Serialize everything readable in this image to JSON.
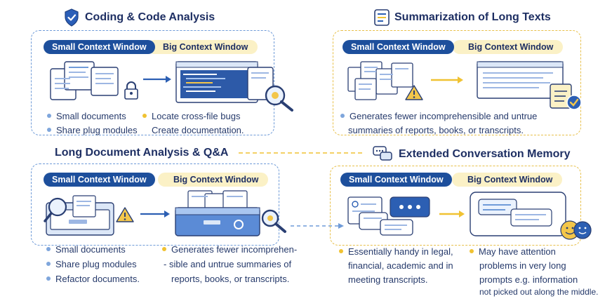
{
  "panels": {
    "coding": {
      "title": "Coding & Code Analysis",
      "small_label": "Small Context Window",
      "big_label": "Big Context Window",
      "left_items": [
        "Small documents",
        "Share plug modules"
      ],
      "right_items": [
        "Locate cross-file bugs",
        "Create documentation."
      ]
    },
    "summarization": {
      "title": "Summarization of Long Texts",
      "small_label": "Small Context Window",
      "big_label": "Big Context Window",
      "text_lines": [
        "Generates fewer incomprehensible and untrue",
        "summaries of reports, books, or transcripts."
      ]
    },
    "long_doc": {
      "title": "Long Document Analysis & Q&A",
      "small_label": "Small Context Window",
      "big_label": "Big Context Window",
      "left_items": [
        "Small documents",
        "Share plug modules",
        "Refactor documents."
      ],
      "right_lines": [
        "Generates fewer incomprehen-",
        "- sible and untrue summaries of",
        "reports, books, or transcripts."
      ]
    },
    "conversation": {
      "title": "Extended Conversation Memory",
      "small_label": "Small Context Window",
      "big_label": "Big Context Window",
      "left_lines": [
        "Essentially handy in legal,",
        "financial, academic and in",
        "meeting transcripts."
      ],
      "right_lines": [
        "May have attention",
        "problems in very long",
        "prompts e.g. information",
        "not picked out along the middle."
      ]
    }
  },
  "icons": {
    "coding": "shield-check-icon",
    "summarization": "document-lines-icon",
    "conversation": "chat-bubbles-icon",
    "lock": "lock-icon",
    "magnifier": "magnifier-icon",
    "warning": "warning-icon",
    "checklist": "checklist-icon",
    "emoji": "smiley-chat-icon"
  },
  "colors": {
    "navy": "#1d4f9c",
    "title": "#1e2f63",
    "gold": "#f0c232",
    "dashed_blue": "#6f9bd8",
    "pale_yellow": "#fbf1c6"
  }
}
